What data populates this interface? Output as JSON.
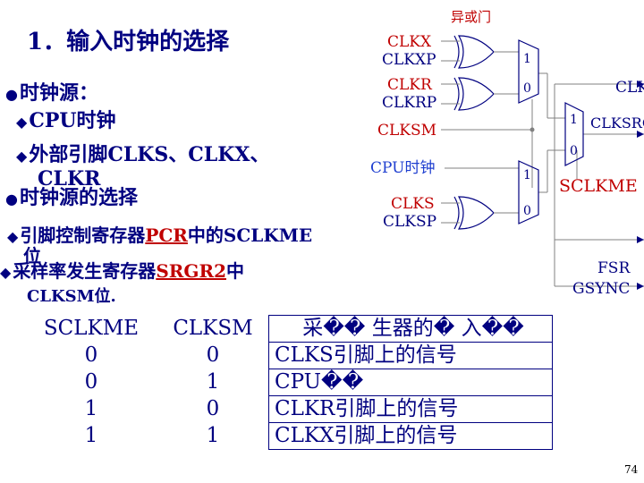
{
  "title": "1．输入时钟的选择",
  "bullets": {
    "clock_source": "时钟源：",
    "cpu_clock": "CPU时钟",
    "ext_pins": "外部引脚CLKS、CLKX、",
    "ext_pins_cont": "CLKR",
    "selection": "时钟源的选择",
    "sclkme_pre": "引脚控制寄存器",
    "pcr": "PCR",
    "sclkme_post": "中的SCLKME",
    "sclkme_cont": "位",
    "clksm_pre": "采样率发生寄存器",
    "srgr2": "SRGR2",
    "clksm_post": "中",
    "clksm_cont": "CLKSM位."
  },
  "diagram": {
    "xor_label": "异或门",
    "clkx": "CLKX",
    "clkxp": "CLKXP",
    "clkr": "CLKR",
    "clkrp": "CLKRP",
    "clksm": "CLKSM",
    "cpu_clock": "CPU时钟",
    "clks": "CLKS",
    "clksp": "CLKSP",
    "mux1_one": "1",
    "mux1_zero": "0",
    "mux2_one": "1",
    "mux2_zero": "0",
    "mux3_one": "1",
    "mux3_zero": "0",
    "clkg": "CLKG",
    "clksrg": "CLKSRG",
    "sclkme": "SCLKME",
    "fsr": "FSR",
    "gsync": "GSYNC"
  },
  "table": {
    "headers": [
      "SCLKME",
      "CLKSM",
      "采�� 生器的� 入��"
    ],
    "rows": [
      [
        "0",
        "0",
        "CLKS引脚上的信号"
      ],
      [
        "0",
        "1",
        "CPU��"
      ],
      [
        "1",
        "0",
        "CLKR引脚上的信号"
      ],
      [
        "1",
        "1",
        "CLKX引脚上的信号"
      ]
    ]
  },
  "page_number": "74",
  "colors": {
    "navy": "#000080",
    "red": "#c00000",
    "blue": "#1f3fd0",
    "line": "#808080"
  }
}
